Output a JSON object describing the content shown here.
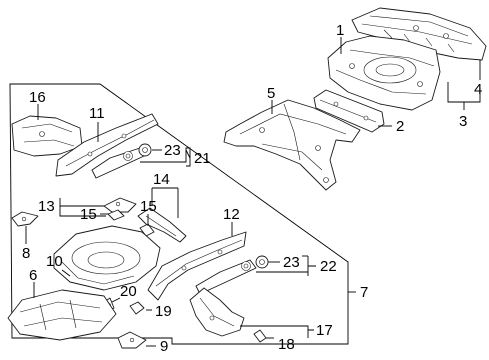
{
  "diagram": {
    "callouts": {
      "c1": "1",
      "c2": "2",
      "c3": "3",
      "c4": "4",
      "c5": "5",
      "c6": "6",
      "c7": "7",
      "c8": "8",
      "c9": "9",
      "c10": "10",
      "c11": "11",
      "c12": "12",
      "c13": "13",
      "c14": "14",
      "c15a": "15",
      "c15b": "15",
      "c16": "16",
      "c17": "17",
      "c18": "18",
      "c19": "19",
      "c20": "20",
      "c21": "21",
      "c22": "22",
      "c23a": "23",
      "c23b": "23"
    }
  }
}
